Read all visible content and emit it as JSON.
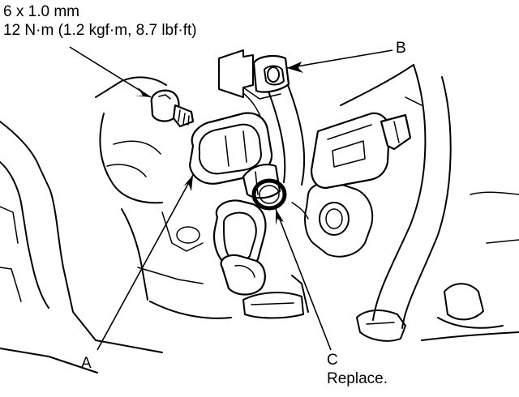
{
  "callouts": {
    "bolt_spec": {
      "size": "6 x 1.0 mm",
      "torque": "12 N·m (1.2 kgf·m, 8.7 lbf·ft)"
    },
    "label_a": "A",
    "label_b": "B",
    "label_c": "C",
    "label_c_note": "Replace."
  }
}
